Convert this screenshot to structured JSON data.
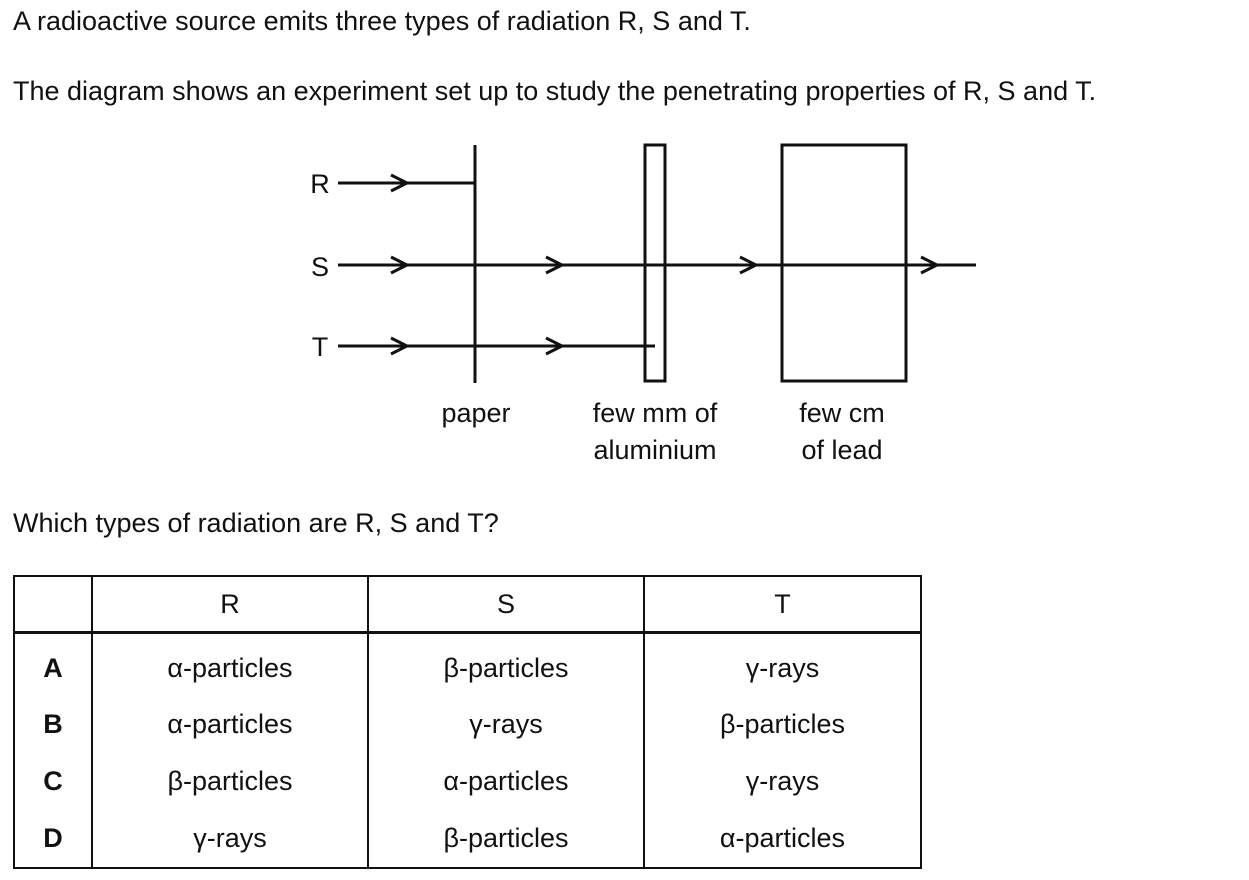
{
  "intro": {
    "line1": "A radioactive source emits three types of radiation R, S and T.",
    "line2": "The diagram shows an experiment set up to study the penetrating properties of R, S and T."
  },
  "diagram": {
    "radiation_labels": [
      "R",
      "S",
      "T"
    ],
    "absorbers": {
      "paper": "paper",
      "aluminium_line1": "few mm of",
      "aluminium_line2": "aluminium",
      "lead_line1": "few cm",
      "lead_line2": "of lead"
    }
  },
  "question": "Which types of radiation are R, S and T?",
  "table": {
    "headers": [
      "",
      "R",
      "S",
      "T"
    ],
    "rows": [
      {
        "key": "A",
        "R": "α-particles",
        "S": "β-particles",
        "T": "γ-rays"
      },
      {
        "key": "B",
        "R": "α-particles",
        "S": "γ-rays",
        "T": "β-particles"
      },
      {
        "key": "C",
        "R": "β-particles",
        "S": "α-particles",
        "T": "γ-rays"
      },
      {
        "key": "D",
        "R": "γ-rays",
        "S": "β-particles",
        "T": "α-particles"
      }
    ]
  }
}
